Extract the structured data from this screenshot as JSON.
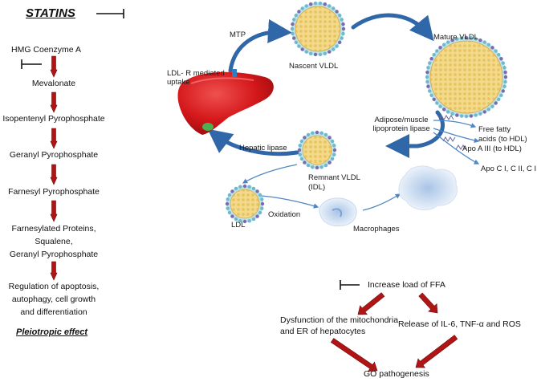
{
  "title": "STATINS",
  "pathway": {
    "steps": [
      "HMG Coenzyme A",
      "Mevalonate",
      "Isopentenyl Pyrophosphate",
      "Geranyl Pyrophosphate",
      "Farnesyl Pyrophosphate",
      "Farnesylated Proteins,",
      "Squalene,",
      "Geranyl Pyrophosphate",
      "Regulation of apoptosis,",
      "autophagy, cell growth",
      "and differentiation"
    ],
    "footer": "Pleiotropic effect"
  },
  "cycle": {
    "mtp": "MTP",
    "nascent_vldl": "Nascent VLDL",
    "mature_vldl": "Mature VLDL",
    "ldl_r_line1": "LDL- R mediated",
    "ldl_r_line2": "uptake",
    "lipase_line1": "Adipose/muscle",
    "lipase_line2": "lipoprotein lipase",
    "ffa_line1": "Free fatty",
    "ffa_line2": "acids (to HDL)",
    "apo_a": "Apo A III (to HDL)",
    "apo_c": "Apo C I, C II, C III",
    "hepatic_lipase": "Hepatic lipase",
    "remnant_line1": "Remnant VLDL",
    "remnant_line2": "(IDL)",
    "ldl": "LDL",
    "oxidation": "Oxidation",
    "macrophages": "Macrophages"
  },
  "bottom": {
    "increase_ffa": "Increase load of FFA",
    "dysfunction_line1": "Dysfunction of the mitochondria",
    "dysfunction_line2": "and ER of hepatocytes",
    "release": "Release of IL-6, TNF-α and ROS",
    "go": "GO pathogenesis"
  },
  "colors": {
    "arrow_red": "#b01515",
    "cycle_blue": "#2f67a8",
    "liver_red": "#d4171a",
    "particle_core": "#f3d98a",
    "particle_shell": "#7fc7d8"
  }
}
